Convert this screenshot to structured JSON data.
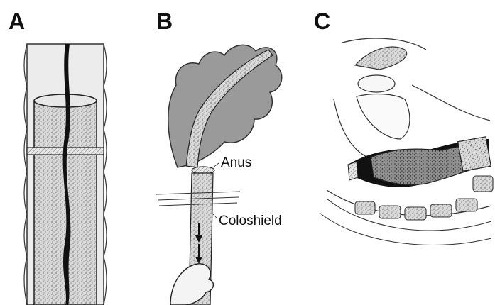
{
  "panels": {
    "a": {
      "letter": "A"
    },
    "b": {
      "letter": "B",
      "labels": {
        "anus": "Anus",
        "coloshield": "Coloshield"
      }
    },
    "c": {
      "letter": "C"
    }
  },
  "colors": {
    "ink": "#111111",
    "tissue_fill": "#9a9a9a",
    "tube_stipple": "#c9c9c9",
    "dark_core": "#1a1a1a"
  }
}
